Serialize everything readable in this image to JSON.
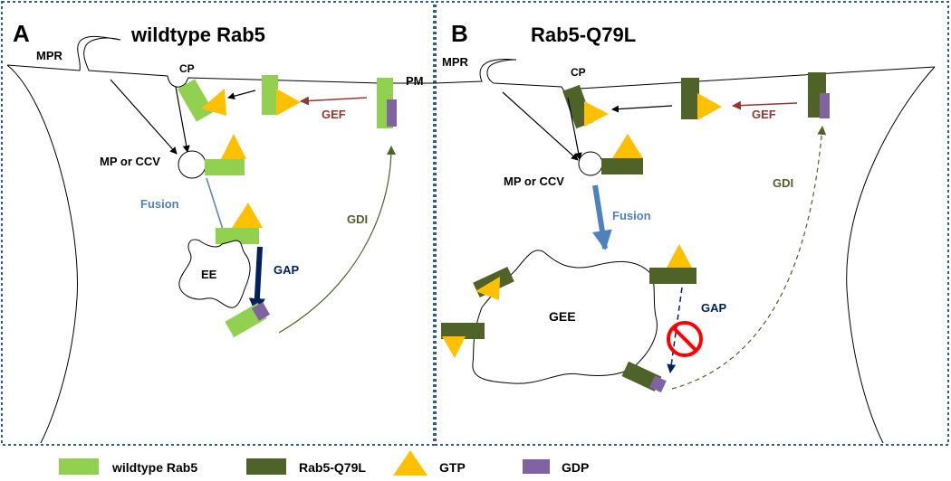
{
  "colors": {
    "wildtype": "#92d050",
    "mutant": "#4f6228",
    "gtp": "#ffc000",
    "gdp": "#8064a2",
    "gef": "#953735",
    "fusion": "#4f81bd",
    "gap": "#002060",
    "gdi": "#4f6228",
    "panel_border": "#2e5d8e",
    "inhibit": "#ff0000"
  },
  "panel_a": {
    "letter": "A",
    "title": "wildtype Rab5",
    "labels": {
      "mpr": "MPR",
      "cp": "CP",
      "pm": "PM",
      "gef": "GEF",
      "mp_ccv": "MP or CCV",
      "fusion": "Fusion",
      "gdi": "GDI",
      "ee": "EE",
      "gap": "GAP"
    }
  },
  "panel_b": {
    "letter": "B",
    "title": "Rab5-Q79L",
    "labels": {
      "mpr": "MPR",
      "cp": "CP",
      "gef": "GEF",
      "mp_ccv": "MP or CCV",
      "fusion": "Fusion",
      "gdi": "GDI",
      "gee": "GEE",
      "gap": "GAP"
    }
  },
  "legend": {
    "wildtype": "wildtype Rab5",
    "mutant": "Rab5-Q79L",
    "gtp": "GTP",
    "gdp": "GDP"
  }
}
